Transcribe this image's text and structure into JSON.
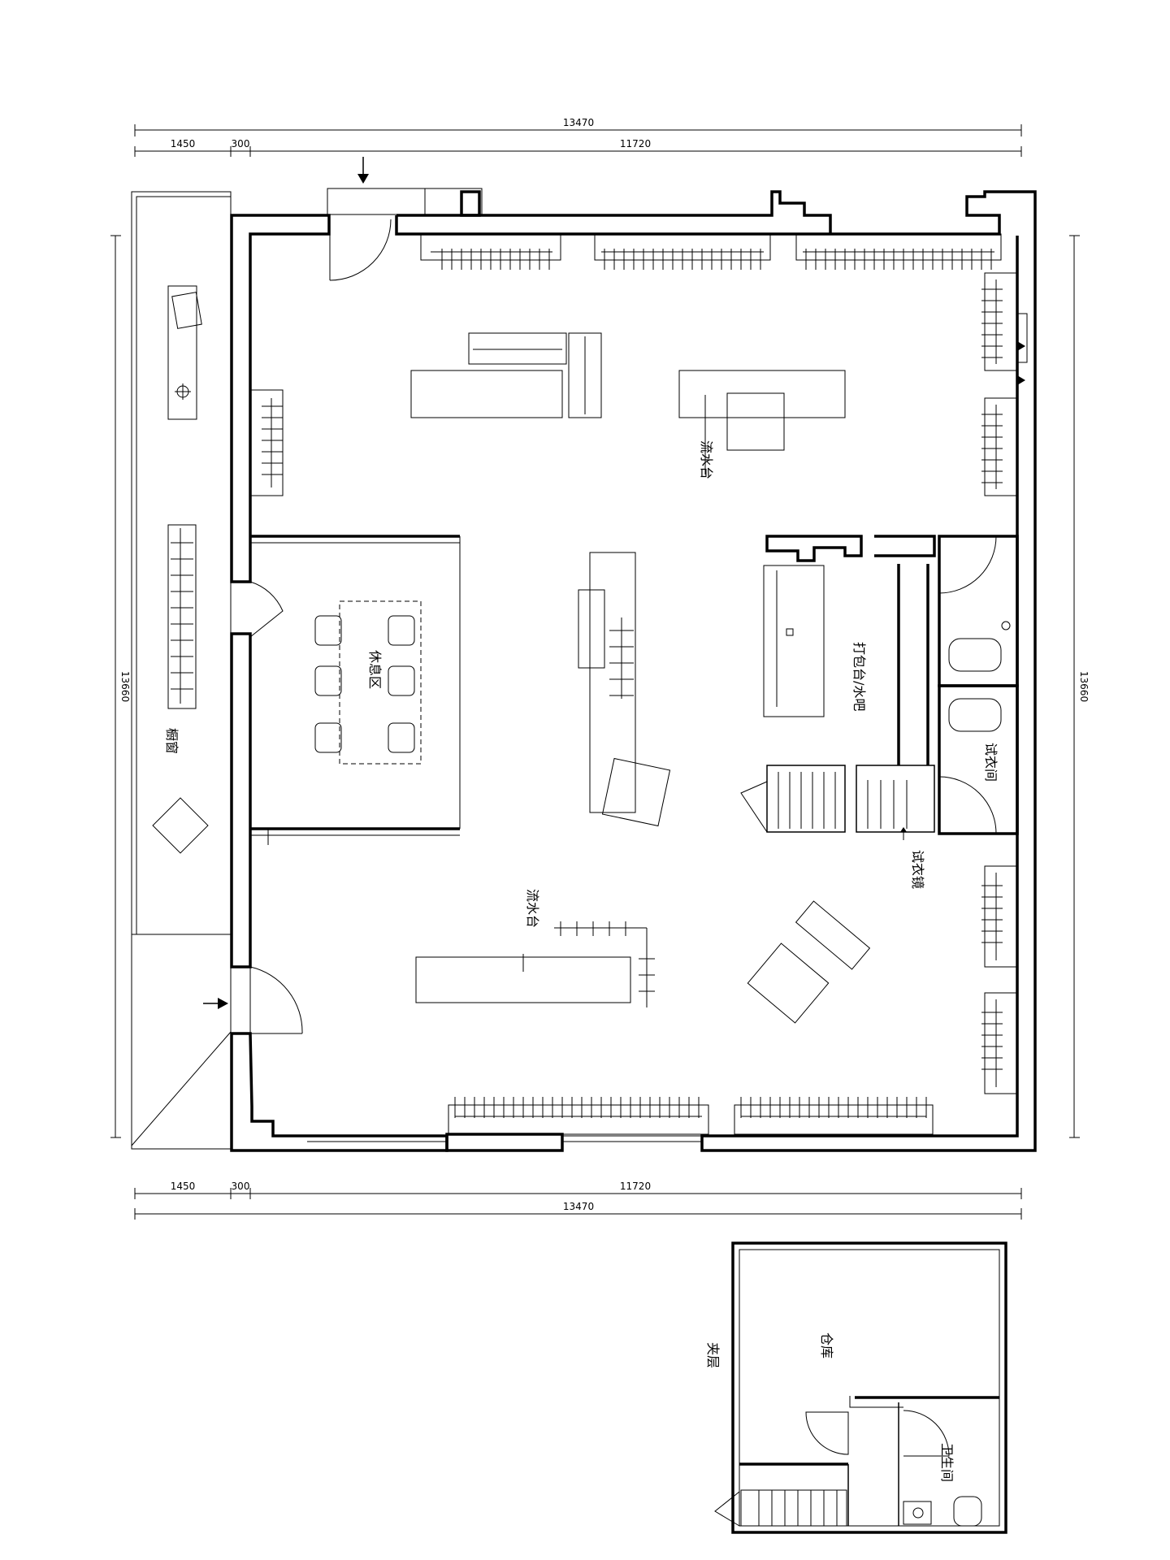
{
  "dimensions": {
    "top_total": "13470",
    "top_left": "1450",
    "top_mid": "300",
    "top_right": "11720",
    "bottom_left": "1450",
    "bottom_mid": "300",
    "bottom_right": "11720",
    "bottom_total": "13470",
    "left_height": "13660",
    "right_height": "13660"
  },
  "rooms": {
    "counter_top": "流水台",
    "counter_bottom": "流水台",
    "lounge": "休息区",
    "packing_bar": "打包台/水吧",
    "fitting_room": "试衣间",
    "fitting_mirror": "试衣镜",
    "display_window": "橱窗",
    "mezzanine": "夹层",
    "storage": "仓库",
    "toilet": "卫生间"
  },
  "colors": {
    "line": "#000000",
    "background": "#ffffff"
  }
}
